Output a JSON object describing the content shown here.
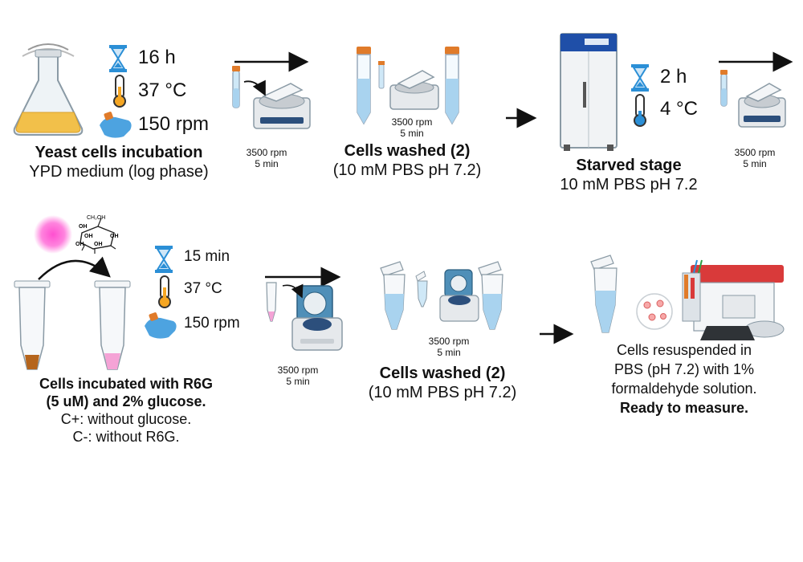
{
  "step1": {
    "time": "16 h",
    "temp": "37 °C",
    "shake": "150 rpm",
    "title": "Yeast cells incubation",
    "subtitle": "YPD medium (log phase)"
  },
  "spin1": {
    "rpm": "3500 rpm",
    "time": "5 min"
  },
  "step2": {
    "rpm": "3500 rpm",
    "time": "5 min",
    "title": "Cells washed (2)",
    "subtitle": "(10 mM PBS pH 7.2)"
  },
  "step3": {
    "time": "2 h",
    "temp": "4 °C",
    "title": "Starved stage",
    "subtitle": "10 mM PBS pH 7.2"
  },
  "spin2": {
    "rpm": "3500 rpm",
    "time": "5 min"
  },
  "step4": {
    "time": "15 min",
    "temp": "37 °C",
    "shake": "150 rpm",
    "glucose_label": "CH₂OH",
    "oh": "OH",
    "title_line1": "Cells incubated with R6G",
    "title_line2": "(5 uM) and 2% glucose.",
    "note1": "C+: without glucose.",
    "note2": "C-: without R6G."
  },
  "spin3": {
    "rpm": "3500 rpm",
    "time": "5 min"
  },
  "step5": {
    "rpm": "3500 rpm",
    "time": "5 min",
    "title": "Cells washed (2)",
    "subtitle": "(10 mM PBS pH 7.2)"
  },
  "step6": {
    "line1": "Cells resuspended in",
    "line2": "PBS (pH 7.2) with 1%",
    "line3": "formaldehyde solution.",
    "line4": "Ready to measure."
  },
  "colors": {
    "tube_liquid": "#a9d3ef",
    "pellet_brown": "#b5651d",
    "pink_r6g": "#ff3fc0",
    "glove_blue": "#4da3e0",
    "freezer_blue": "#1f4fa8",
    "thermo_orange": "#f5a623",
    "hourglass_blue": "#2b8fd6",
    "cap_orange": "#e07b2a",
    "reader_red": "#d93a3a"
  }
}
